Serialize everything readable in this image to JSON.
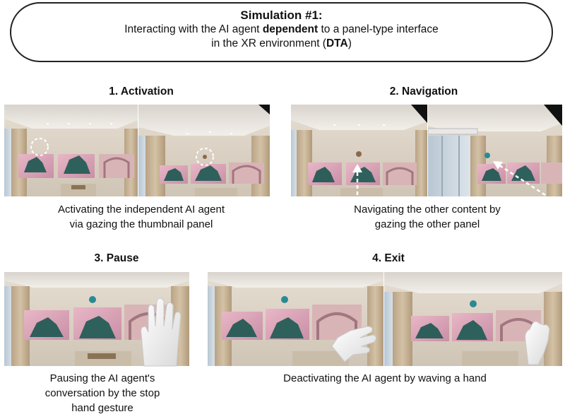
{
  "header": {
    "title": "Simulation #1:",
    "line1_pre": "Interacting with the AI agent ",
    "line1_bold": "dependent",
    "line1_post": " to a panel-type interface",
    "line2_pre": "in the XR environment (",
    "line2_bold": "DTA",
    "line2_post": ")"
  },
  "steps": [
    {
      "title": "1. Activation",
      "caption": [
        "Activating the independent AI agent",
        "via gazing the thumbnail panel"
      ]
    },
    {
      "title": "2. Navigation",
      "caption": [
        "Navigating the other content by",
        "gazing the other panel"
      ]
    },
    {
      "title": "3. Pause",
      "caption": [
        "Pausing the AI agent's",
        "conversation by the stop",
        "hand gesture"
      ]
    },
    {
      "title": "4. Exit",
      "caption": [
        "Deactivating the AI agent by waving a hand"
      ]
    }
  ],
  "colors": {
    "agent_dot": "#2a8a93",
    "wall": "#ddd5c8",
    "ceiling": "#ece8e2"
  },
  "icons": [
    "gaze-target-circle-icon",
    "navigation-arrow-icon",
    "stop-hand-icon",
    "waving-hand-icon",
    "ai-agent-dot-icon"
  ]
}
